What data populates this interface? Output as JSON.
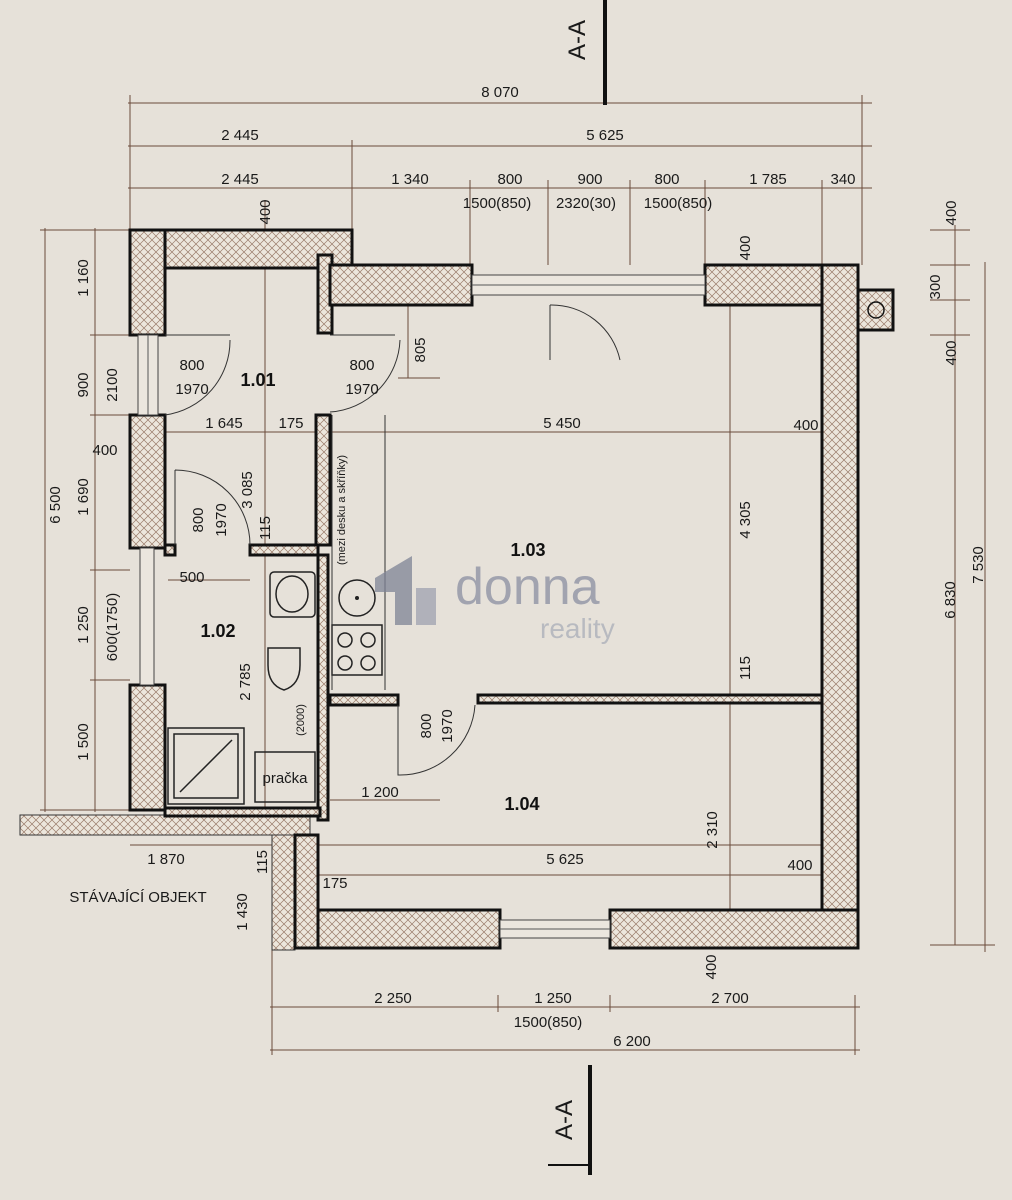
{
  "section_mark": "A-A",
  "rooms": {
    "r101": "1.01",
    "r102": "1.02",
    "r103": "1.03",
    "r104": "1.04"
  },
  "labels": {
    "existing_building": "STÁVAJÍCÍ OBJEKT",
    "washer": "pračka",
    "counter_note": "(mezi desku a skříňky)",
    "wc_height": "(2000)"
  },
  "watermark": {
    "brand": "donna",
    "sub": "reality"
  },
  "dimensions": [
    "8 070",
    "2 445",
    "5 625",
    "2 445",
    "1 340",
    "800",
    "900",
    "800",
    "1 785",
    "340",
    "1500(850)",
    "2320(30)",
    "1500(850)",
    "400",
    "400",
    "6 500",
    "1 160",
    "900",
    "2100",
    "400",
    "1 690",
    "1 250",
    "600(1750)",
    "1 500",
    "800",
    "1970",
    "800",
    "1970",
    "805",
    "1 645",
    "175",
    "5 450",
    "400",
    "3 085",
    "800",
    "1970",
    "115",
    "500",
    "4 305",
    "115",
    "2 785",
    "800",
    "1970",
    "1 200",
    "2 310",
    "1 870",
    "115",
    "5 625",
    "400",
    "175",
    "1 430",
    "400",
    "2 250",
    "1 250",
    "2 700",
    "1500(850)",
    "6 200",
    "400",
    "300",
    "400",
    "6 830",
    "7 530"
  ]
}
